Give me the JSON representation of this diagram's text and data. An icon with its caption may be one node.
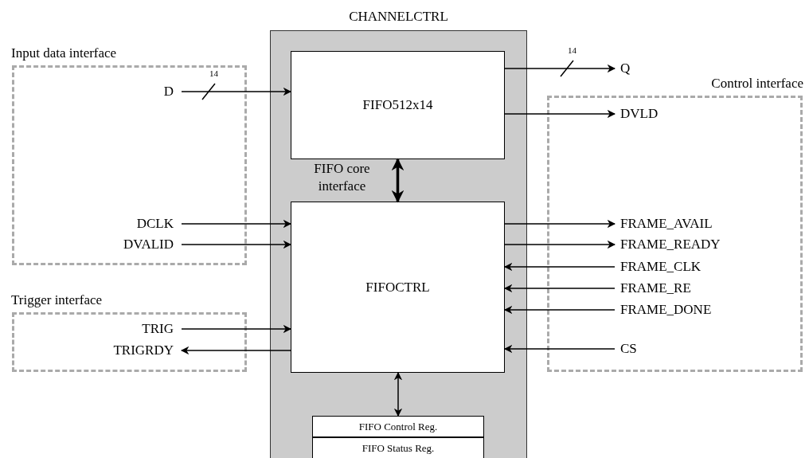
{
  "diagram": {
    "nodes": [
      {
        "text": [
          "CHANNELCTRL"
        ]
      },
      {
        "text": [
          "Input data interface"
        ]
      },
      {
        "text": [
          "D"
        ],
        "in": 1
      },
      {
        "text": [
          "FIFO512x14"
        ],
        "in": 0
      },
      {
        "text": [
          "Q"
        ]
      },
      {
        "text": [
          "Control interface"
        ]
      },
      {
        "text": [
          "DVLD"
        ],
        "in": 5
      },
      {
        "text": [
          "FIFOCTRL"
        ],
        "in": 0
      },
      {
        "text": [
          "DCLK"
        ],
        "in": 1
      },
      {
        "text": [
          "DVALID"
        ],
        "in": 1
      },
      {
        "text": [
          "FRAME_AVAIL"
        ],
        "in": 5
      },
      {
        "text": [
          "FRAME_READY"
        ],
        "in": 5
      },
      {
        "text": [
          "FRAME_CLK"
        ],
        "in": 5
      },
      {
        "text": [
          "FRAME_RE"
        ],
        "in": 5
      },
      {
        "text": [
          "FRAME_DONE"
        ],
        "in": 5
      },
      {
        "text": [
          "Trigger interface"
        ]
      },
      {
        "text": [
          "TRIG"
        ],
        "in": 15
      },
      {
        "text": [
          "TRIGRDY"
        ],
        "in": 15
      },
      {
        "text": [
          "CS"
        ],
        "in": 5
      },
      {
        "text": [
          "FIFO Control Reg."
        ],
        "in": 0
      },
      {
        "text": [
          "FIFO Status Reg."
        ],
        "in": 0
      }
    ],
    "edges": [
      {
        "from": 2,
        "to": 3,
        "arrow": "to",
        "label": "14"
      },
      {
        "from": 3,
        "to": 4,
        "arrow": "to",
        "label": "14"
      },
      {
        "from": 3,
        "to": 6,
        "arrow": "to"
      },
      {
        "from": 3,
        "to": 7,
        "arrow": "both",
        "style": "thick",
        "label": "FIFO core interface"
      },
      {
        "from": 8,
        "to": 7,
        "arrow": "to"
      },
      {
        "from": 9,
        "to": 7,
        "arrow": "to"
      },
      {
        "from": 7,
        "to": 10,
        "arrow": "to"
      },
      {
        "from": 7,
        "to": 11,
        "arrow": "to"
      },
      {
        "from": 12,
        "to": 7,
        "arrow": "to"
      },
      {
        "from": 13,
        "to": 7,
        "arrow": "to"
      },
      {
        "from": 14,
        "to": 7,
        "arrow": "to"
      },
      {
        "from": 16,
        "to": 7,
        "arrow": "to"
      },
      {
        "from": 7,
        "to": 17,
        "arrow": "to"
      },
      {
        "from": 18,
        "to": 7,
        "arrow": "to"
      },
      {
        "from": 7,
        "to": 19,
        "arrow": "both"
      }
    ]
  }
}
